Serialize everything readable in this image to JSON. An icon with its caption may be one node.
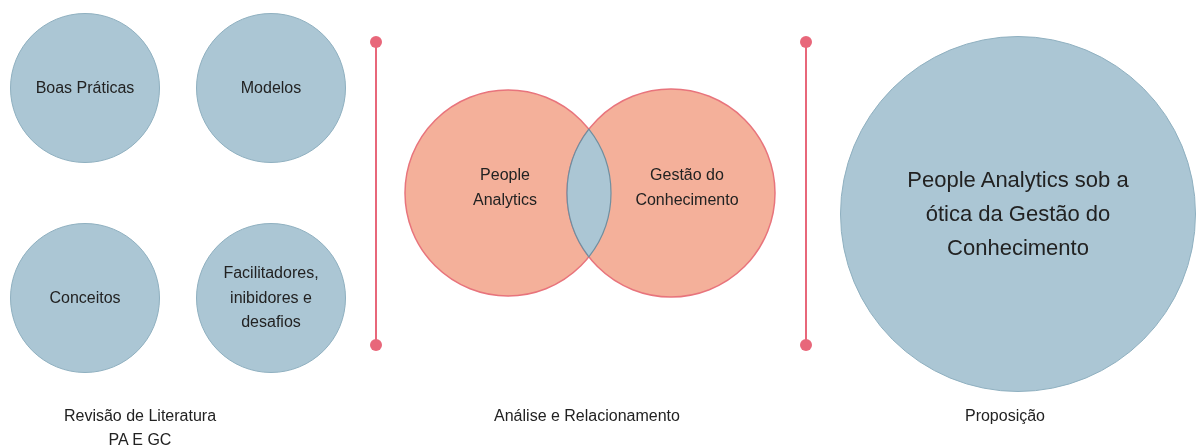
{
  "diagram": {
    "nodes": [
      {
        "text": [
          "Boas Práticas"
        ]
      },
      {
        "text": [
          "Modelos"
        ]
      },
      {
        "text": [
          "Conceitos"
        ]
      },
      {
        "text": [
          "Facilitadores, inibidores e desafios"
        ]
      },
      {
        "text": [
          "People Analytics"
        ]
      },
      {
        "text": [
          "Gestão do Conhecimento"
        ]
      },
      {
        "text": [
          "People Analytics sob a ótica da Gestão do Conhecimento"
        ]
      }
    ],
    "labels": [
      "Revisão de Literatura PA E GC",
      "Análise e Relacionamento",
      "Proposição"
    ]
  }
}
